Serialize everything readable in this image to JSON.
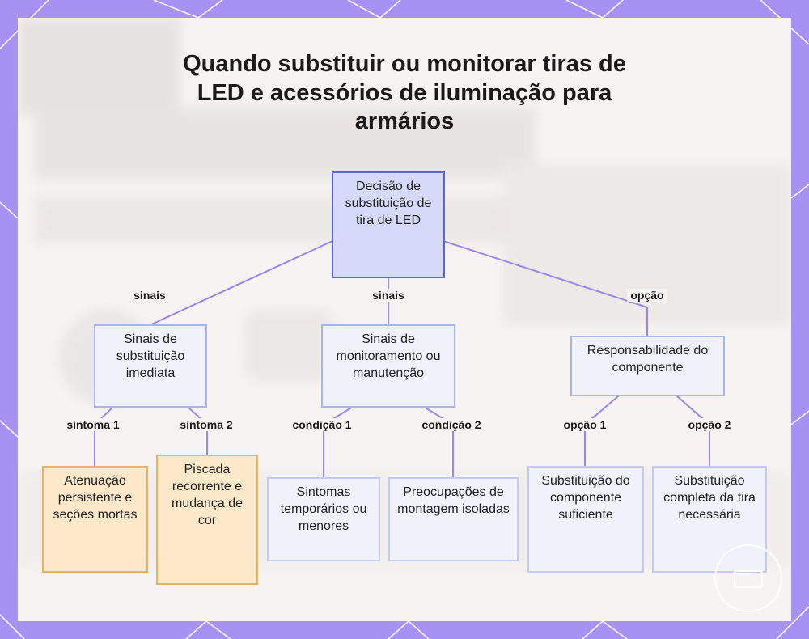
{
  "title": "Quando substituir ou monitorar tiras de LED e acessórios de iluminação para armários",
  "nodes": {
    "root": "Decisão de substituição de tira de LED",
    "immediate": "Sinais de substituição imediata",
    "monitoring": "Sinais de monitoramento ou manutenção",
    "component": "Responsabilidade do componente",
    "dimming": "Atenuação persistente e seções mortas",
    "flicker": "Piscada recorrente e mudança de cor",
    "temporary": "Sintomas temporários ou menores",
    "mounting": "Preocupações de montagem isoladas",
    "component_replace": "Substituição do componente suficiente",
    "strip_replace": "Substituição completa da tira necessária"
  },
  "edge_labels": {
    "root_immediate": "sinais",
    "root_monitoring": "sinais",
    "root_component": "opção",
    "immediate_dimming": "sintoma 1",
    "immediate_flicker": "sintoma 2",
    "monitoring_temporary": "condição 1",
    "monitoring_mounting": "condição 2",
    "component_component_replace": "opção 1",
    "component_strip_replace": "opção 2"
  },
  "colors": {
    "frame": "#a493f2",
    "connector": "#9a88e8",
    "root_fill": "#d6daf9",
    "root_border": "#5d67c9",
    "warning_fill": "#fde9c9",
    "warning_border": "#eab25d",
    "node_fill": "#f1f1fb"
  }
}
